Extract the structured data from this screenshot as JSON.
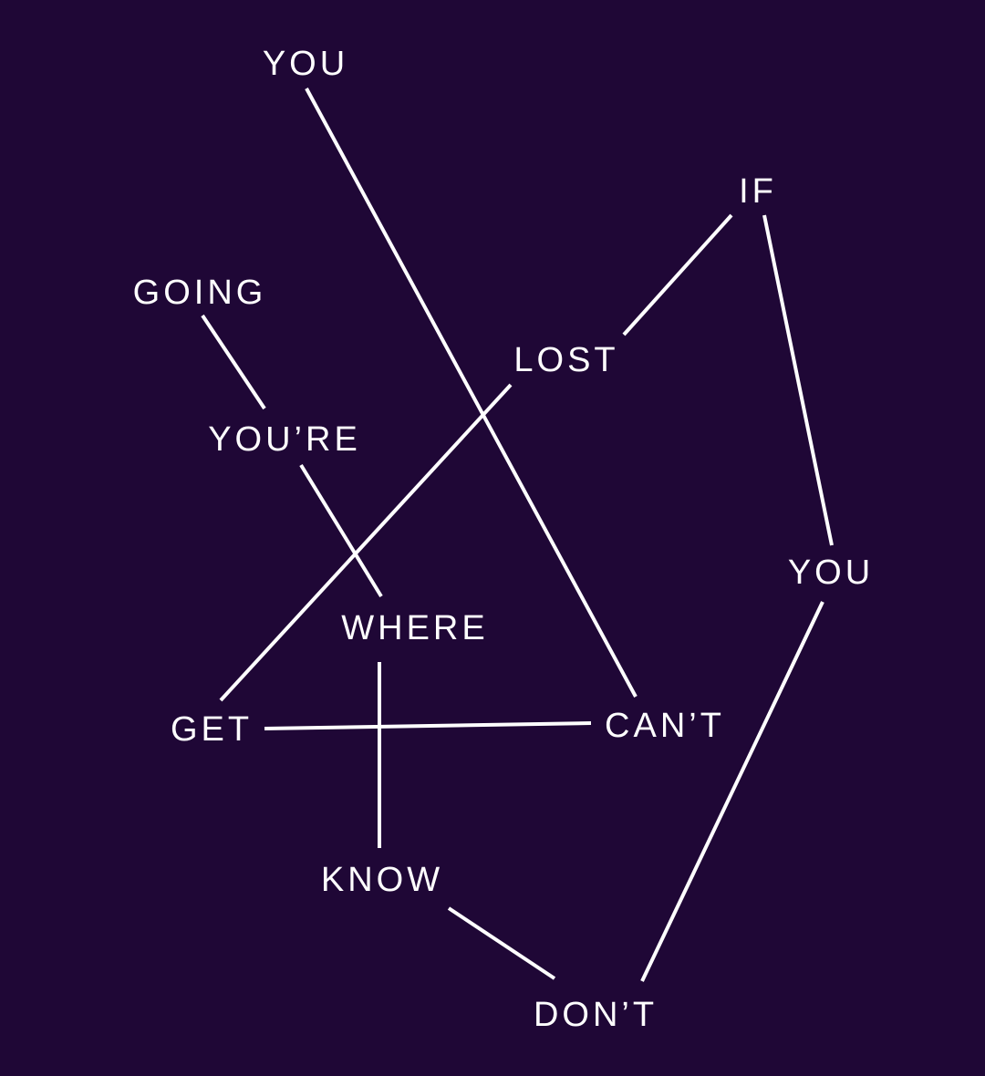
{
  "colors": {
    "background": "#1f0736",
    "foreground": "#ffffff"
  },
  "words": {
    "you_top": "YOU",
    "if": "IF",
    "going": "GOING",
    "lost": "LOST",
    "youre": "YOU’RE",
    "you_right": "YOU",
    "where": "WHERE",
    "get": "GET",
    "cant": "CAN’T",
    "know": "KNOW",
    "dont": "DON’T"
  },
  "connections": [
    [
      "you_top",
      "cant"
    ],
    [
      "if",
      "lost"
    ],
    [
      "if",
      "you_right"
    ],
    [
      "going",
      "youre"
    ],
    [
      "youre",
      "where"
    ],
    [
      "lost",
      "get"
    ],
    [
      "you_right",
      "dont"
    ],
    [
      "get",
      "cant"
    ],
    [
      "where",
      "know"
    ],
    [
      "know",
      "dont"
    ]
  ]
}
